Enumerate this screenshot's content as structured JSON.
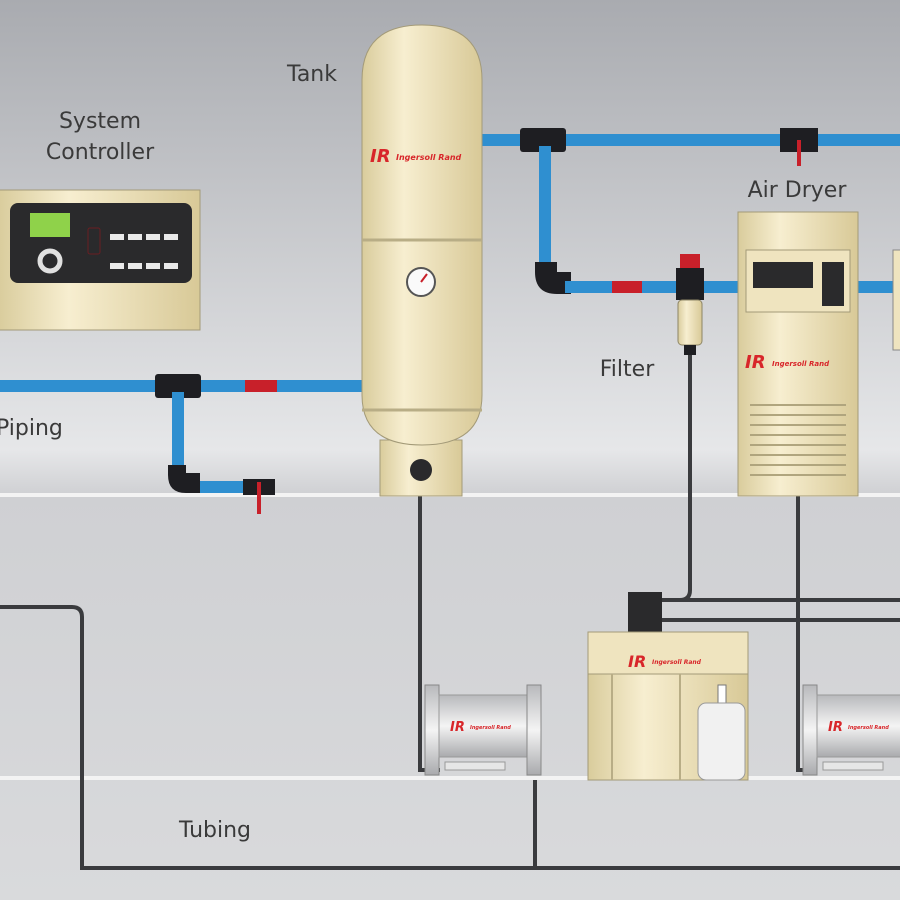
{
  "labels": {
    "system_controller_line1": "System",
    "system_controller_line2": "Controller",
    "tank": "Tank",
    "air_dryer": "Air Dryer",
    "filter": "Filter",
    "piping": "Piping",
    "tubing": "Tubing"
  },
  "brand_logo": "IR Ingersoll Rand",
  "colors": {
    "pipe": "#2f8fd0",
    "pipe_joint": "#1e1e22",
    "valve": "#c8202a",
    "equipment": "#efe4bf",
    "tubing": "#3a3b3e",
    "background": "#c9cacd",
    "display": "#8fd24a"
  }
}
